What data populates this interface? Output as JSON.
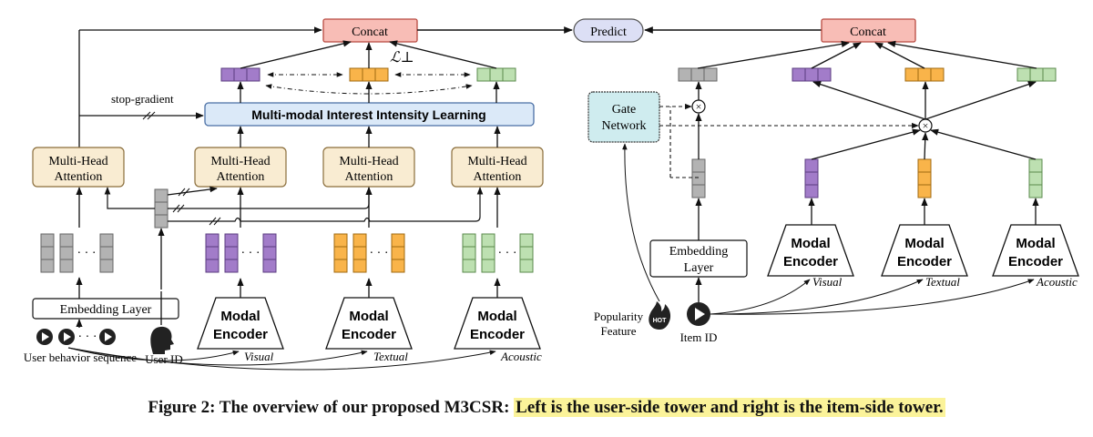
{
  "figure": {
    "user_tower": {
      "concat": "Concat",
      "loss_label": "ℒ⊥",
      "stop_gradient": "stop-gradient",
      "interest_learning": "Multi-modal Interest Intensity Learning",
      "mha": [
        "Multi-Head",
        "Attention"
      ],
      "ellipsis": "· · ·",
      "embedding_layer": "Embedding Layer",
      "modal_encoder": [
        "Modal",
        "Encoder"
      ],
      "modalities": [
        "Visual",
        "Textual",
        "Acoustic"
      ],
      "user_behavior_sequence": "User behavior sequence",
      "user_id": "User ID"
    },
    "predict": "Predict",
    "item_tower": {
      "concat": "Concat",
      "gate_network": [
        "Gate",
        "Network"
      ],
      "embedding_layer": [
        "Embedding",
        "Layer"
      ],
      "modal_encoder": [
        "Modal",
        "Encoder"
      ],
      "modalities": [
        "Visual",
        "Textual",
        "Acoustic"
      ],
      "popularity_feature": [
        "Popularity",
        "Feature"
      ],
      "hot_badge": "HOT",
      "item_id": "Item ID",
      "multiply": "×"
    }
  },
  "caption": {
    "prefix": "Figure 2: The overview of our proposed M3CSR: ",
    "highlighted": "Left is the user-side tower and right is the item-side tower."
  },
  "colors": {
    "concat_fill": "#f8bdb6",
    "concat_stroke": "#c0392b",
    "attention_fill": "#f9ecd2",
    "interest_fill": "#dbe9f8",
    "gate_fill": "#cfecef",
    "predict_fill": "#dcdff5",
    "gray": "#b3b3b3",
    "purple": "#a27cc9",
    "orange": "#f9b44a",
    "green": "#bde0b1",
    "highlight": "#fbf39a"
  }
}
